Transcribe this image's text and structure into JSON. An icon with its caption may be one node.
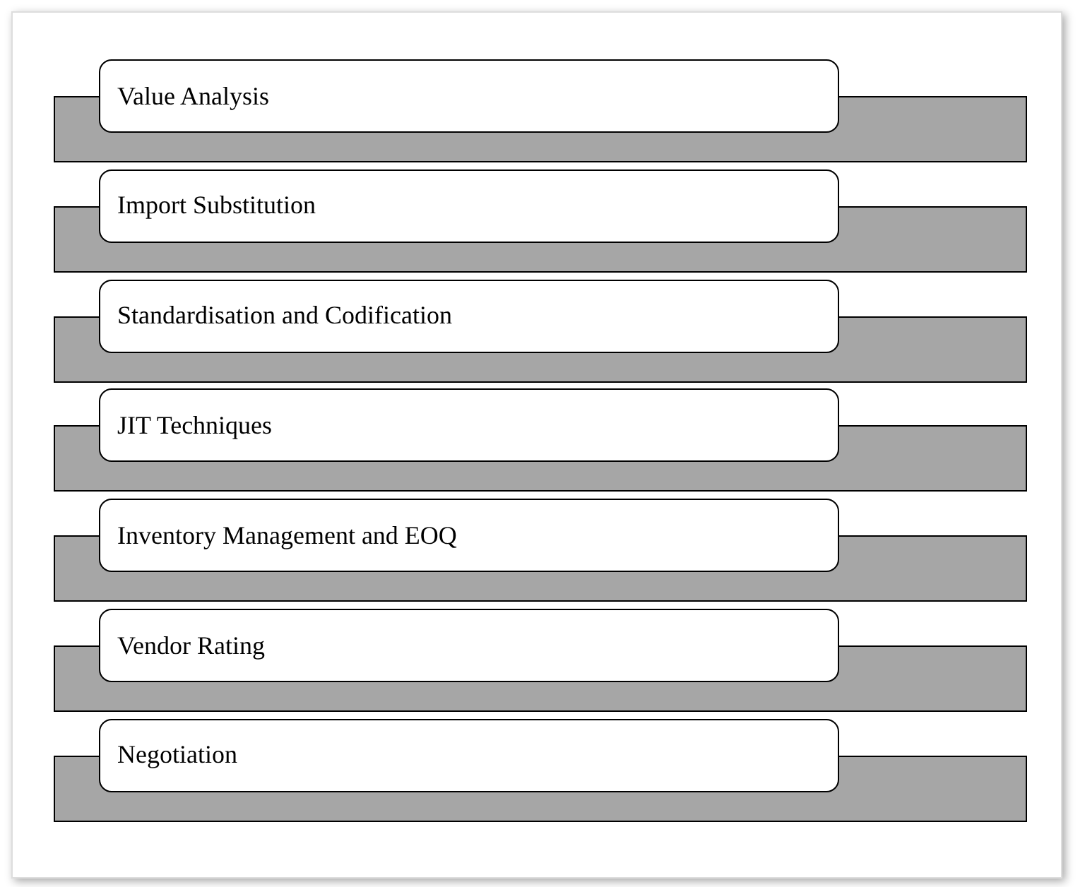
{
  "diagram": {
    "nodes": [
      {
        "text": [
          "Value Analysis"
        ]
      },
      {
        "text": [],
        "shape": "bar"
      },
      {
        "text": [
          "Import Substitution"
        ]
      },
      {
        "text": [],
        "shape": "bar"
      },
      {
        "text": [
          "Standardisation and Codification"
        ]
      },
      {
        "text": [],
        "shape": "bar"
      },
      {
        "text": [
          "JIT Techniques"
        ]
      },
      {
        "text": [],
        "shape": "bar"
      },
      {
        "text": [
          "Inventory Management and EOQ"
        ]
      },
      {
        "text": [],
        "shape": "bar"
      },
      {
        "text": [
          "Vendor Rating"
        ]
      },
      {
        "text": [],
        "shape": "bar"
      },
      {
        "text": [
          "Negotiation"
        ]
      },
      {
        "text": [],
        "shape": "bar"
      }
    ]
  }
}
